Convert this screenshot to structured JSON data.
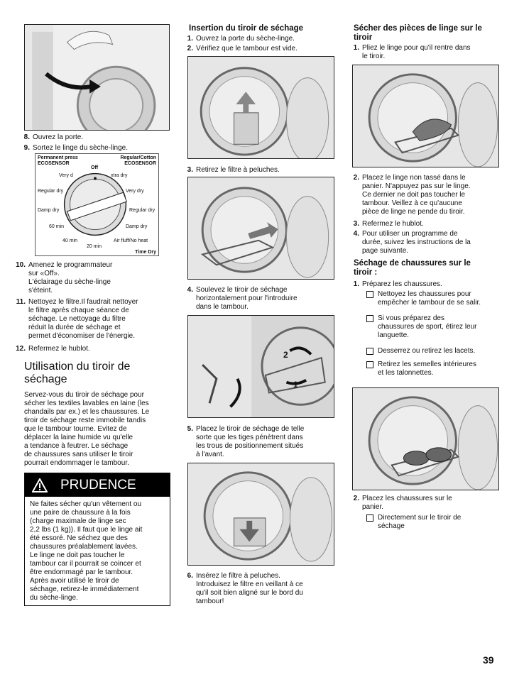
{
  "left": {
    "steps_a": [
      {
        "num": "8.",
        "text": "Ouvrez la porte."
      },
      {
        "num": "9.",
        "text": "Sortez le linge du sèche-linge."
      }
    ],
    "dial": {
      "left_title": "Permanent press",
      "left_sensor": "ECOSENSOR",
      "right_title": "Regular/Cotton",
      "right_sensor": "ECOSENSOR",
      "off": "Off",
      "very_dry_l": "Very d",
      "extra_dry": "xtra dry",
      "regular_dry_l": "Regular dry",
      "very_dry_r": "Very dry",
      "damp_dry_l": "Damp dry",
      "regular_dry_r": "Regular dry",
      "m60": "60 min",
      "damp_dry_r": "Damp dry",
      "m40": "40 min",
      "air_fluff": "Air fluff/No heat",
      "m20": "20 min",
      "time_dry": "Time Dry"
    },
    "steps_b": [
      {
        "num": "10.",
        "text": "Amenez le programmateur\nsur «Off».\nL'éclairage du sèche-linge\ns'éteint."
      },
      {
        "num": "11.",
        "text": "Nettoyez le filtre.Il faudrait nettoyer\nle filtre après chaque séance de\nséchage. Le nettoyage du filtre\nréduit la durée de séchage et\npermet d'économiser de l'énergie."
      },
      {
        "num": "12.",
        "text": "Refermez le hublot."
      }
    ],
    "section_title": "Utilisation du tiroir de séchage",
    "intro": "Servez-vous du tiroir de séchage pour\nsécher les textiles lavables en laine (les\nchandails par ex.) et les chaussures. Le\ntiroir de séchage reste immobile tandis\nque le tambour tourne. Evitez de\ndéplacer la laine humide vu qu'elle\na tendance à feutrer. Le séchage\nde chaussures sans utiliser le tiroir\npourrait endommager le tambour.",
    "caution_title": "PRUDENCE",
    "caution_text": "Ne faites sécher qu'un vêtement ou\nune paire de chaussure à la fois\n(charge maximale de linge sec\n 2,2 lbs (1 kg)). Il faut que le linge ait\nété essoré. Ne séchez que des\nchaussures préalablement lavées.\nLe linge ne doit pas toucher le\ntambour car il pourrait se coincer et\nêtre endommagé par le tambour.\nAprès avoir utilisé le tiroir de\nséchage, retirez-le immédiatement\ndu sèche-linge."
  },
  "middle": {
    "heading": "Insertion du tiroir de séchage",
    "steps_a": [
      {
        "num": "1.",
        "text": "Ouvrez la porte du sèche-linge."
      },
      {
        "num": "2.",
        "text": "Vérifiez que le tambour est vide."
      }
    ],
    "step3": {
      "num": "3.",
      "text": "Retirez le filtre à peluches."
    },
    "step4": {
      "num": "4.",
      "text": "Soulevez le tiroir de séchage\nhorizontalement pour l'introduire\ndans le tambour."
    },
    "fig_labels": {
      "a": "2",
      "b": "1"
    },
    "step5": {
      "num": "5.",
      "text": "Placez le tiroir de séchage de telle\nsorte que les tiges pénètrent dans\nles trous de positionnement situés\nà l'avant."
    },
    "step6": {
      "num": "6.",
      "text": "Insérez le filtre à peluches.\nIntroduisez le filtre en veillant à ce\nqu'il soit bien aligné sur le bord du\ntambour!"
    }
  },
  "right": {
    "heading": "Sécher des pièces de linge sur le\ntiroir",
    "step1": {
      "num": "1.",
      "text": "Pliez le linge pour qu'il rentre dans\nle tiroir."
    },
    "steps_b": [
      {
        "num": "2.",
        "text": "Placez le linge non tassé dans le\npanier. N'appuyez pas sur le linge.\nCe dernier ne doit pas toucher le\ntambour. Veillez à ce qu'aucune\npièce de linge ne pende du tiroir."
      },
      {
        "num": "3.",
        "text": "Refermez le hublot."
      },
      {
        "num": "4.",
        "text": "Pour utiliser un programme de\ndurée, suivez les instructions de la\npage suivante."
      }
    ],
    "shoes_heading": "Séchage de chaussures sur le\ntiroir :",
    "shoes_step1": {
      "num": "1.",
      "text": "Préparez les chaussures."
    },
    "shoes_checks": [
      "Nettoyez les chaussures pour\nempêcher le tambour de se salir.",
      "Si vous préparez des\nchaussures de sport, étirez leur\nlanguette.",
      "Desserrez ou retirez les lacets.",
      "Retirez les semelles intérieures\net les talonnettes."
    ],
    "shoes_step2": {
      "num": "2.",
      "text": "Placez les chaussures sur le\npanier."
    },
    "shoes_check2": "Directement sur le tiroir de\nséchage"
  },
  "page_number": "39"
}
